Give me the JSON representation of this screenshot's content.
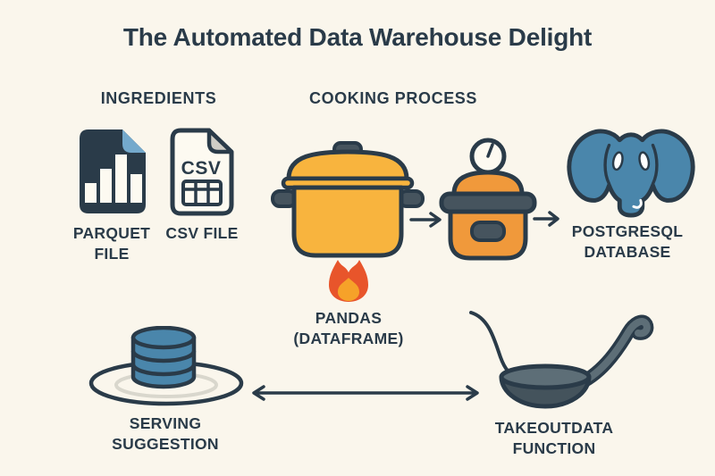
{
  "title": {
    "text": "The Automated Data Warehouse Delight"
  },
  "headers": {
    "ingredients": "INGREDIENTS",
    "cooking_process": "COOKING PROCESS"
  },
  "labels": {
    "parquet_file": "PARQUET\nFILE",
    "csv_file": "CSV FILE",
    "csv_icon_text": "CSV",
    "pandas": "PANDAS\n(DATAFRAME)",
    "postgresql": "POSTGRESQL\nDATABASE",
    "serving_suggestion": "SERVING\nSUGGESTION",
    "takeoutdata": "TAKEOUTDATA\nFUNCTION"
  },
  "icons": {
    "parquet": "parquet-file-icon",
    "csv": "csv-file-icon",
    "pot": "cooking-pot-icon",
    "flame": "flame-icon",
    "pressure_cooker": "pressure-cooker-icon",
    "postgresql": "postgresql-elephant-icon",
    "plate_db": "plate-with-database-icon",
    "ladle": "ladle-icon",
    "arrow_right": "arrow-right-icon",
    "arrow_double": "double-headed-arrow-icon"
  },
  "colors": {
    "background": "#faf6ec",
    "navy": "#2a3b49",
    "amber": "#f8b43e",
    "orange": "#f0993b",
    "slate": "#46545e",
    "flame_red": "#e8552b",
    "flame_orange": "#f6a229",
    "steel_blue": "#4a86ab",
    "fold_blue": "#74a9cc",
    "fold_gray": "#cfcdc5",
    "paper": "#fdfaf1",
    "plate_ring": "#d9d7cd",
    "ladle_light": "#5d6e77",
    "ladle_dark": "#44535c"
  }
}
